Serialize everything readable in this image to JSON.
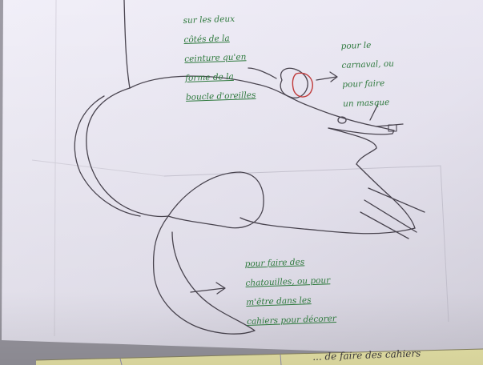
{
  "annotations": {
    "ears": {
      "lines": [
        "sur les deux",
        "côtés de la",
        "ceinture qu'en",
        "forme de la",
        "boucle d'oreilles"
      ]
    },
    "nose": {
      "lines": [
        "pour le",
        "carnaval, ou",
        "pour faire",
        "un masque"
      ]
    },
    "tail": {
      "lines": [
        "pour faire des",
        "chatouilles, ou pour",
        "m'être dans les",
        "cahiers pour décorer"
      ]
    },
    "bottom_strip": {
      "text": "... de faire des cahiers"
    }
  },
  "colors": {
    "paper": "#ebe8f4",
    "pencil": "#4a4550",
    "green_ink": "#2f7a3e",
    "red_ink": "#c23b3b",
    "blue_ink": "#3a4aa5",
    "yellow_sheet": "#f3efb0"
  }
}
